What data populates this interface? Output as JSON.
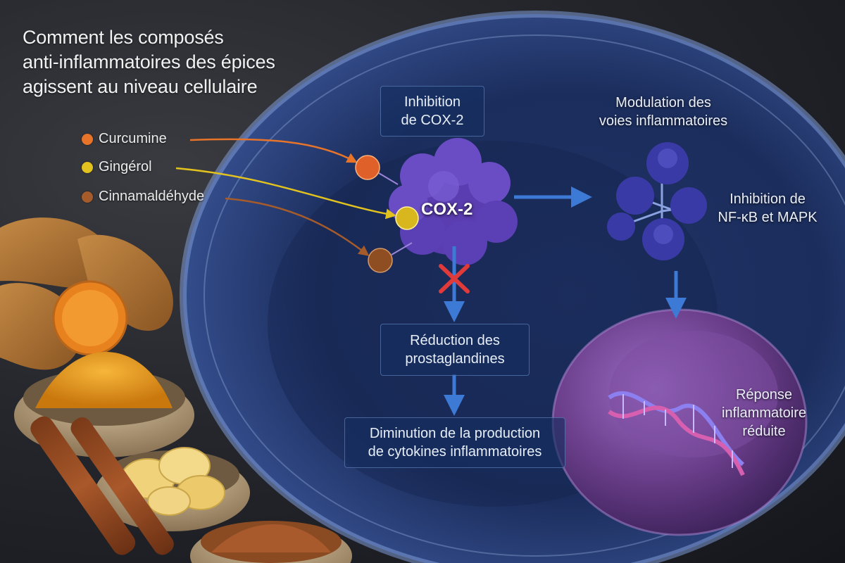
{
  "title_lines": [
    "Comment les composés",
    "anti-inflammatoires des épices",
    "agissent au niveau cellulaire"
  ],
  "legend": [
    {
      "label": "Curcumine",
      "color": "#e8742a"
    },
    {
      "label": "Gingérol",
      "color": "#e2c21e"
    },
    {
      "label": "Cinnamaldéhyde",
      "color": "#a55c2a"
    }
  ],
  "boxes": {
    "cox_inhibition": [
      "Inhibition",
      "de COX-2"
    ],
    "prostaglandins": [
      "Réduction des",
      "prostaglandines"
    ],
    "cytokines": [
      "Diminution de la production",
      "de cytokines inflammatoires"
    ]
  },
  "labels": {
    "modulation": [
      "Modulation des",
      "voies inflammatoires"
    ],
    "nfkb": [
      "Inhibition de",
      "NF-κB et MAPK"
    ],
    "response": [
      "Réponse",
      "inflammatoire",
      "réduite"
    ],
    "cox2": "COX-2"
  },
  "colors": {
    "arrow": "#3d7ad6",
    "block_mark": "#e03a3a",
    "enzyme": "#5a3db0",
    "protein_cluster": "#3a3aa6",
    "nucleus": "#6c3f8c",
    "cell": "#243a78"
  }
}
